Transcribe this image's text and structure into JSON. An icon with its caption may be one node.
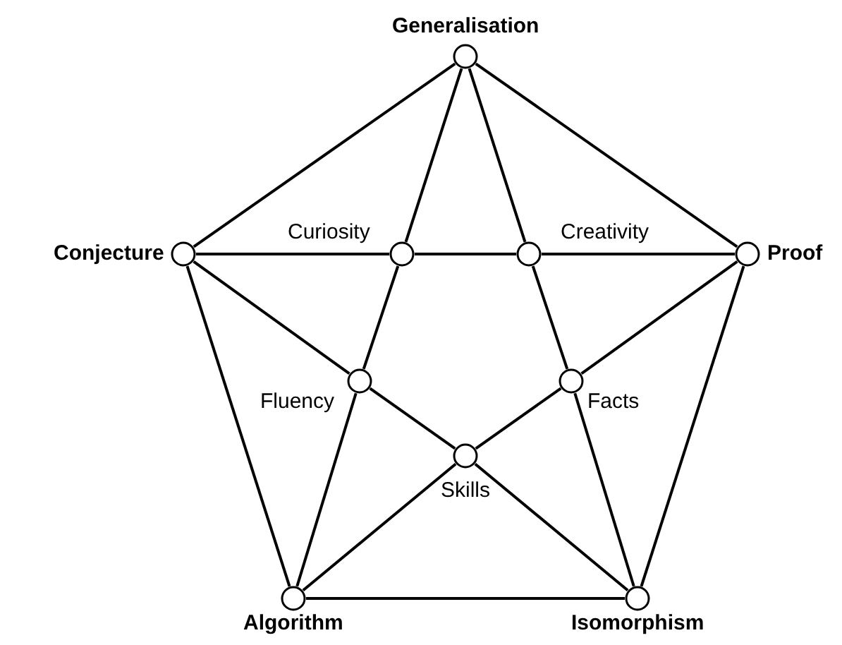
{
  "diagram": {
    "nodes": [
      {
        "text": [],
        "shape": "circle",
        "beside": [
          "Generalisation"
        ]
      },
      {
        "text": [],
        "shape": "circle",
        "beside": [
          "Conjecture"
        ]
      },
      {
        "text": [],
        "shape": "circle",
        "beside": [
          "Curiosity"
        ]
      },
      {
        "text": [],
        "shape": "circle",
        "beside": [
          "Creativity"
        ]
      },
      {
        "text": [],
        "shape": "circle",
        "beside": [
          "Proof"
        ]
      },
      {
        "text": [],
        "shape": "circle",
        "beside": [
          "Fluency"
        ]
      },
      {
        "text": [],
        "shape": "circle",
        "beside": [
          "Facts"
        ]
      },
      {
        "text": [],
        "shape": "circle",
        "beside": [
          "Skills"
        ]
      },
      {
        "text": [],
        "shape": "circle",
        "beside": [
          "Algorithm"
        ]
      },
      {
        "text": [],
        "shape": "circle",
        "beside": [
          "Isomorphism"
        ]
      }
    ],
    "edges": [
      {
        "from": 0,
        "to": 1,
        "arrow": "none"
      },
      {
        "from": 0,
        "to": 4,
        "arrow": "none"
      },
      {
        "from": 1,
        "to": 8,
        "arrow": "none"
      },
      {
        "from": 4,
        "to": 9,
        "arrow": "none"
      },
      {
        "from": 8,
        "to": 9,
        "arrow": "none"
      },
      {
        "from": 0,
        "to": 2,
        "arrow": "none"
      },
      {
        "from": 2,
        "to": 5,
        "arrow": "none"
      },
      {
        "from": 5,
        "to": 8,
        "arrow": "none"
      },
      {
        "from": 0,
        "to": 3,
        "arrow": "none"
      },
      {
        "from": 3,
        "to": 6,
        "arrow": "none"
      },
      {
        "from": 6,
        "to": 9,
        "arrow": "none"
      },
      {
        "from": 1,
        "to": 2,
        "arrow": "none"
      },
      {
        "from": 2,
        "to": 3,
        "arrow": "none"
      },
      {
        "from": 3,
        "to": 4,
        "arrow": "none"
      },
      {
        "from": 1,
        "to": 5,
        "arrow": "none"
      },
      {
        "from": 5,
        "to": 7,
        "arrow": "none"
      },
      {
        "from": 7,
        "to": 9,
        "arrow": "none"
      },
      {
        "from": 4,
        "to": 6,
        "arrow": "none"
      },
      {
        "from": 6,
        "to": 7,
        "arrow": "none"
      },
      {
        "from": 7,
        "to": 8,
        "arrow": "none"
      }
    ]
  }
}
